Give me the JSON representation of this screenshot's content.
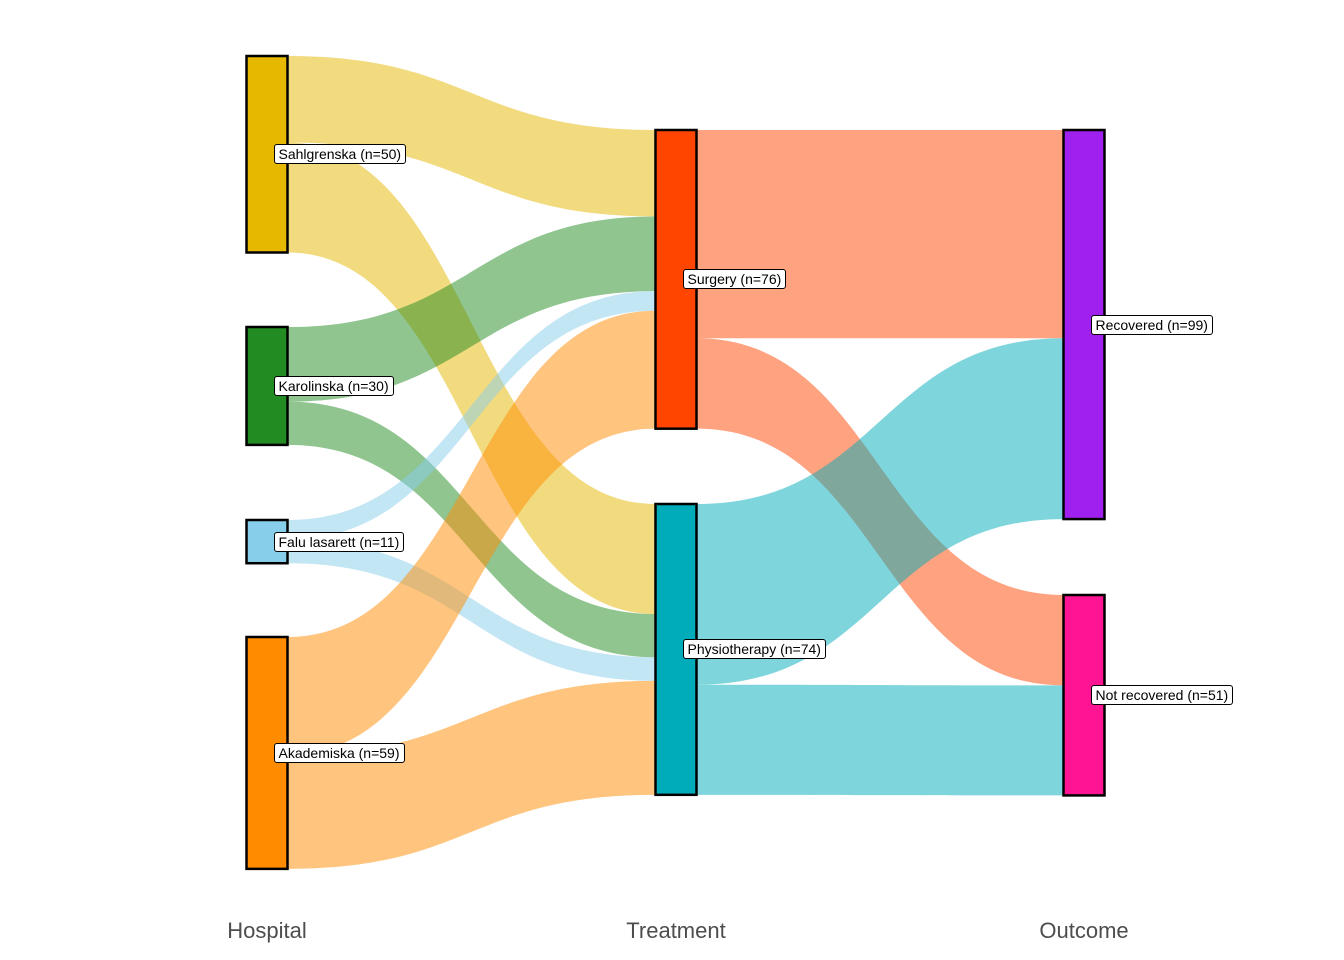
{
  "chart_data": {
    "type": "sankey",
    "axes": [
      "Hospital",
      "Treatment",
      "Outcome"
    ],
    "nodes": [
      {
        "id": "sahl",
        "axis": 0,
        "name": "Sahlgrenska",
        "count": 50,
        "label": "Sahlgrenska (n=50)",
        "color": "#E6B800"
      },
      {
        "id": "karo",
        "axis": 0,
        "name": "Karolinska",
        "count": 30,
        "label": "Karolinska (n=30)",
        "color": "#228B22"
      },
      {
        "id": "falu",
        "axis": 0,
        "name": "Falu lasarett",
        "count": 11,
        "label": "Falu lasarett (n=11)",
        "color": "#87CEEB"
      },
      {
        "id": "akad",
        "axis": 0,
        "name": "Akademiska",
        "count": 59,
        "label": "Akademiska (n=59)",
        "color": "#FF8C00"
      },
      {
        "id": "surg",
        "axis": 1,
        "name": "Surgery",
        "count": 76,
        "label": "Surgery (n=76)",
        "color": "#FF4500"
      },
      {
        "id": "phys",
        "axis": 1,
        "name": "Physiotherapy",
        "count": 74,
        "label": "Physiotherapy (n=74)",
        "color": "#00ACB9"
      },
      {
        "id": "reco",
        "axis": 2,
        "name": "Recovered",
        "count": 99,
        "label": "Recovered (n=99)",
        "color": "#A020F0"
      },
      {
        "id": "notr",
        "axis": 2,
        "name": "Not recovered",
        "count": 51,
        "label": "Not recovered (n=51)",
        "color": "#FF1493"
      }
    ],
    "flows": [
      {
        "source": "sahl",
        "target": "surg",
        "value": 22
      },
      {
        "source": "sahl",
        "target": "phys",
        "value": 28
      },
      {
        "source": "karo",
        "target": "surg",
        "value": 19
      },
      {
        "source": "karo",
        "target": "phys",
        "value": 11
      },
      {
        "source": "falu",
        "target": "surg",
        "value": 5
      },
      {
        "source": "falu",
        "target": "phys",
        "value": 6
      },
      {
        "source": "akad",
        "target": "surg",
        "value": 30
      },
      {
        "source": "akad",
        "target": "phys",
        "value": 29
      },
      {
        "source": "surg",
        "target": "reco",
        "value": 53
      },
      {
        "source": "surg",
        "target": "notr",
        "value": 23
      },
      {
        "source": "phys",
        "target": "reco",
        "value": 46
      },
      {
        "source": "phys",
        "target": "notr",
        "value": 28
      }
    ]
  }
}
